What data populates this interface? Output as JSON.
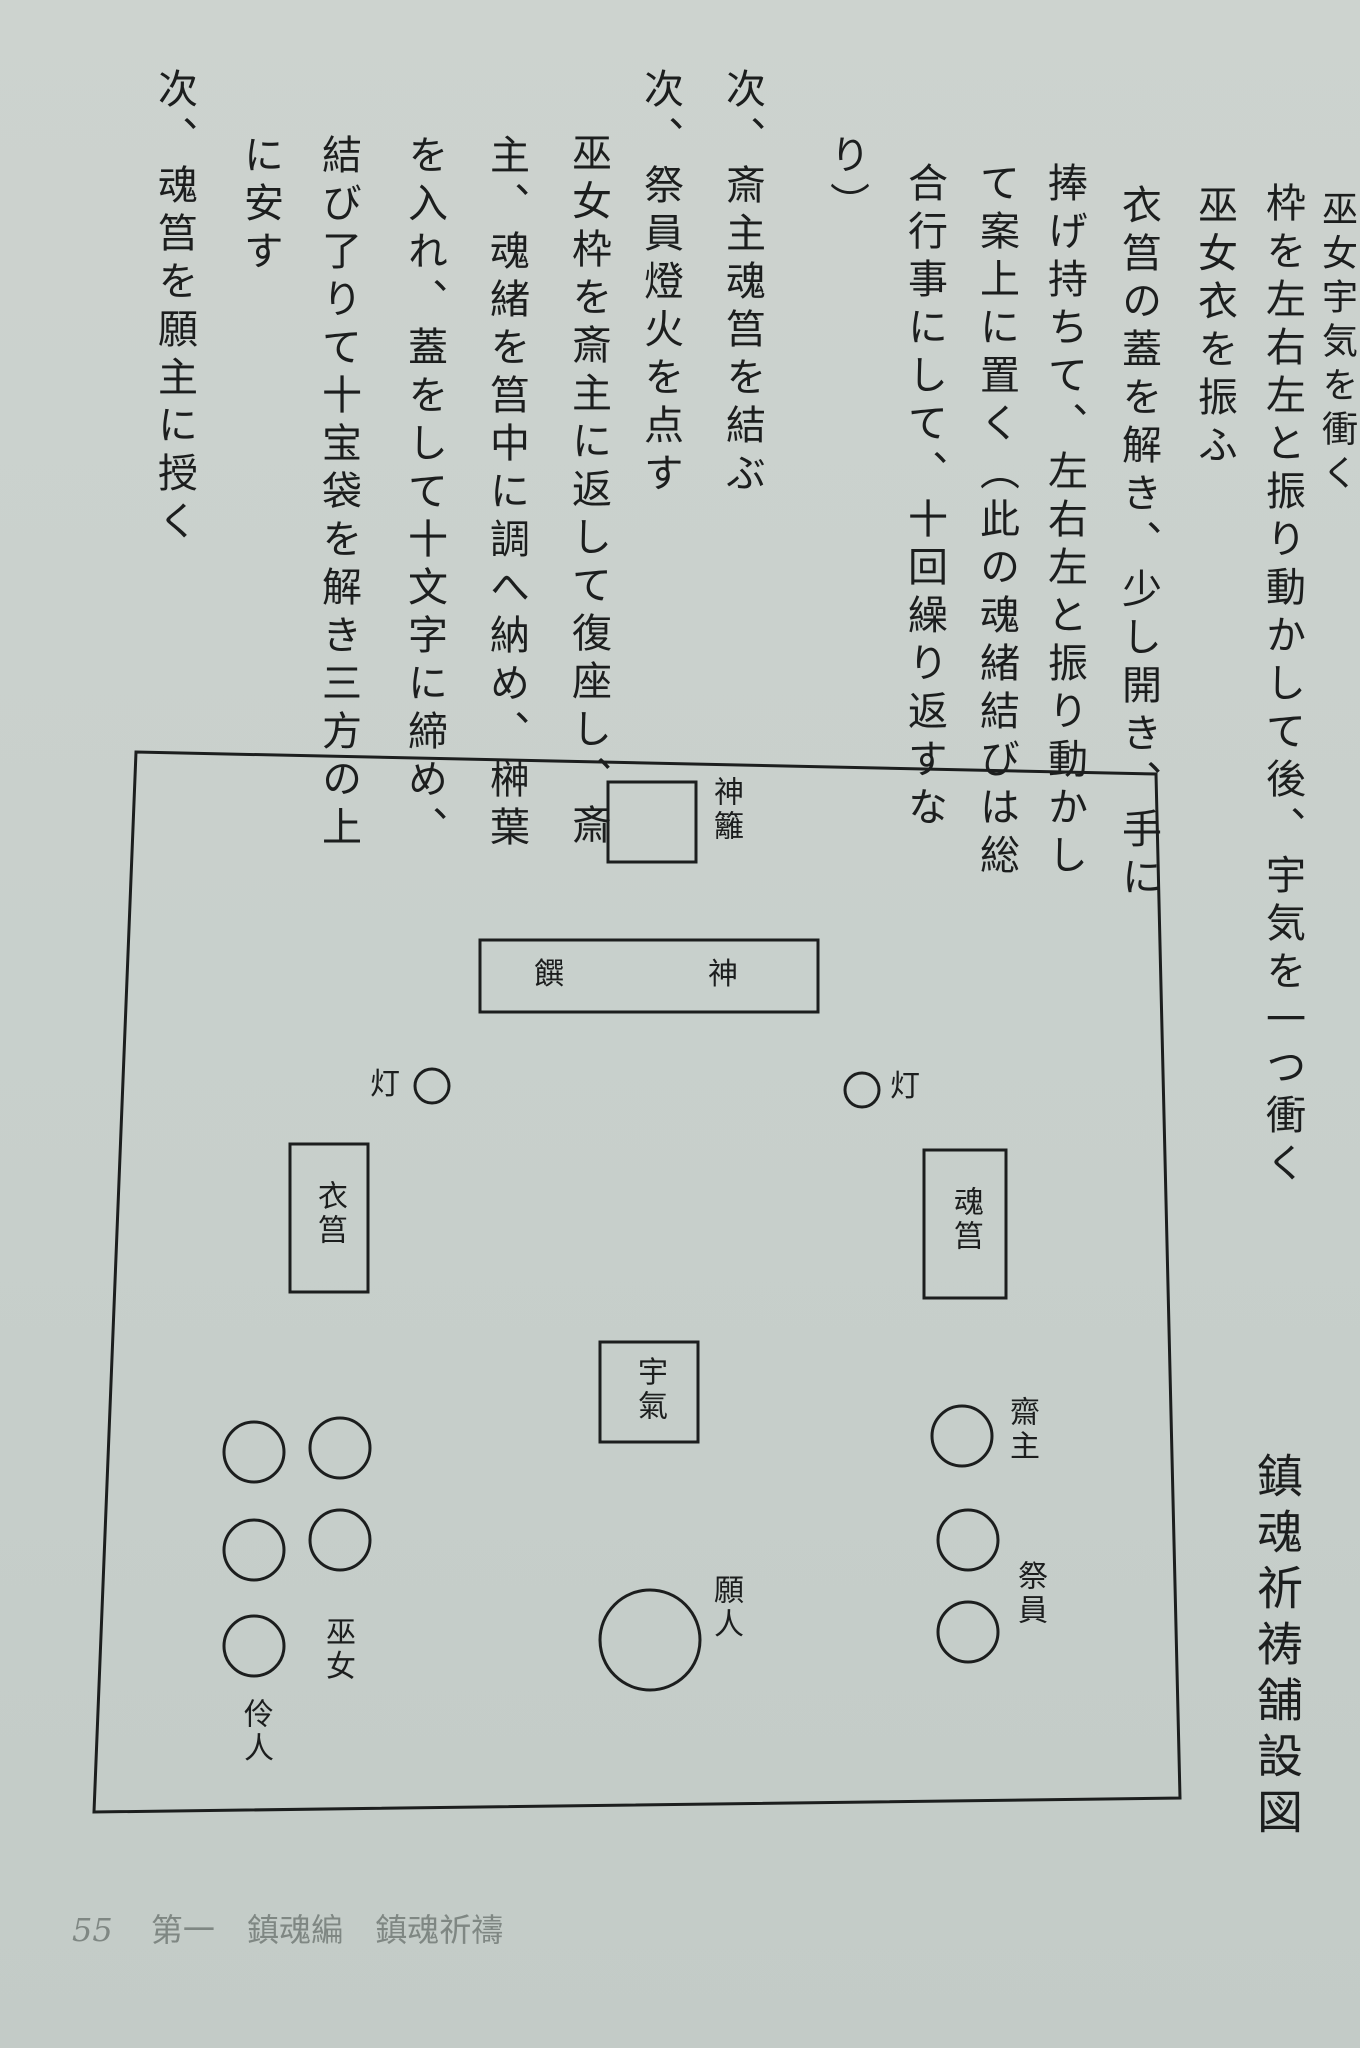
{
  "columns": [
    "巫女宇気を衝く",
    "枠を左右左と振り動かして後、宇気を一つ衝く",
    "巫女衣を振ふ",
    "衣筥の蓋を解き、少し開き、手に",
    "捧げ持ちて、左右左と振り動かし",
    "て案上に置く（此の魂緒結びは総",
    "合行事にして、十回繰り返すな",
    "り）",
    "次、斎主魂筥を結ぶ",
    "次、祭員燈火を点す",
    "巫女枠を斎主に返して復座し、斎",
    "主、魂緒を筥中に調へ納め、榊葉",
    "を入れ、蓋をして十文字に締め、",
    "結び了りて十宝袋を解き三方の上",
    "に安す",
    "次、魂筥を願主に授く"
  ],
  "diagram": {
    "himorogi": "神籬",
    "shinsen_left": "饌",
    "shinsen_right": "神",
    "lamp_left": "灯",
    "lamp_right": "灯",
    "robe_box": "衣筥",
    "soul_box": "魂筥",
    "ukefune": "宇氣",
    "saishu": "齋主",
    "saiin": "祭員",
    "ganjin": "願人",
    "miko": "巫女",
    "reijin": "伶人"
  },
  "caption": "鎮魂祈祷舗設図",
  "footer": {
    "page_number": "55",
    "part": "第一",
    "volume": "鎮魂編",
    "section": "鎮魂祈禱"
  }
}
